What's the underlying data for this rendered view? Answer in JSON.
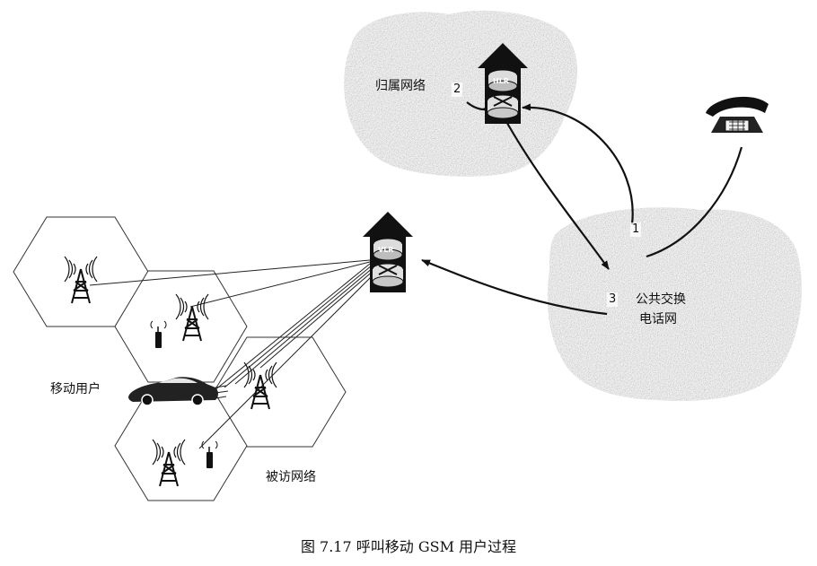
{
  "labels": {
    "home_network": "归属网络",
    "pstn_line1": "公共交换",
    "pstn_line2": "电话网",
    "mobile_user": "移动用户",
    "visited_network": "被访网络"
  },
  "steps": {
    "s1": "1",
    "s2": "2",
    "s3": "3"
  },
  "switches": {
    "home_tag": "HLR",
    "visited_tag": "VLR"
  },
  "caption": "图 7.17   呼叫移动 GSM 用户过程"
}
